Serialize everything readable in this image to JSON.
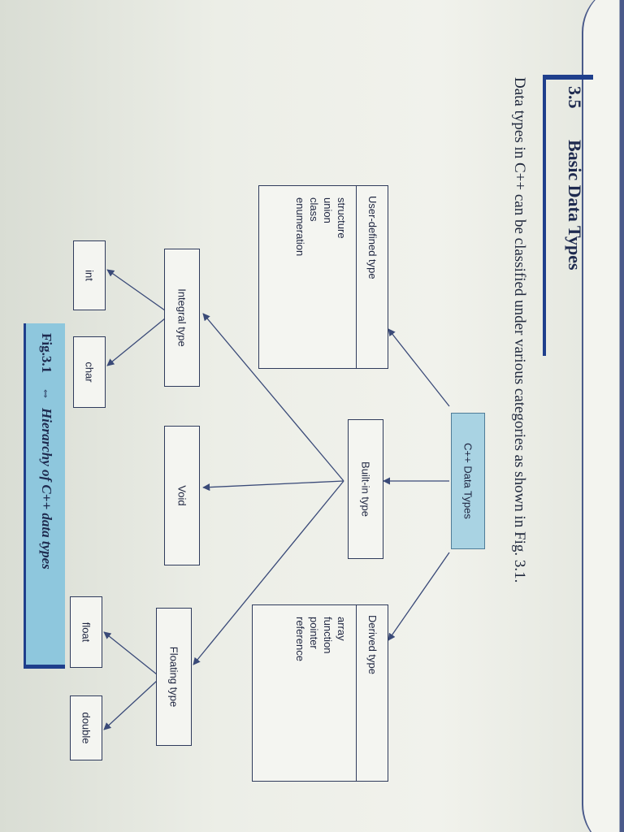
{
  "section": {
    "number": "3.5",
    "title": "Basic Data Types",
    "intro": "Data types in C++ can be classified under various categories as shown in Fig. 3.1."
  },
  "diagram": {
    "root": "C++ Data Types",
    "user_defined": {
      "title": "User-defined type",
      "items": [
        "structure",
        "union",
        "class",
        "enumeration"
      ]
    },
    "built_in": "Built-in type",
    "derived": {
      "title": "Derived type",
      "items": [
        "array",
        "function",
        "pointer",
        "reference"
      ]
    },
    "integral": "Integral type",
    "void": "Void",
    "floating": "Floating type",
    "int": "int",
    "char": "char",
    "float": "float",
    "double": "double"
  },
  "caption": {
    "label": "Fig.3.1",
    "separator": "⇔",
    "text": "Hierarchy of C++ data types"
  },
  "colors": {
    "root_fill": "#a9d3e3",
    "heading_rule": "#1f3f8c",
    "caption_fill": "#8ec7dd"
  }
}
